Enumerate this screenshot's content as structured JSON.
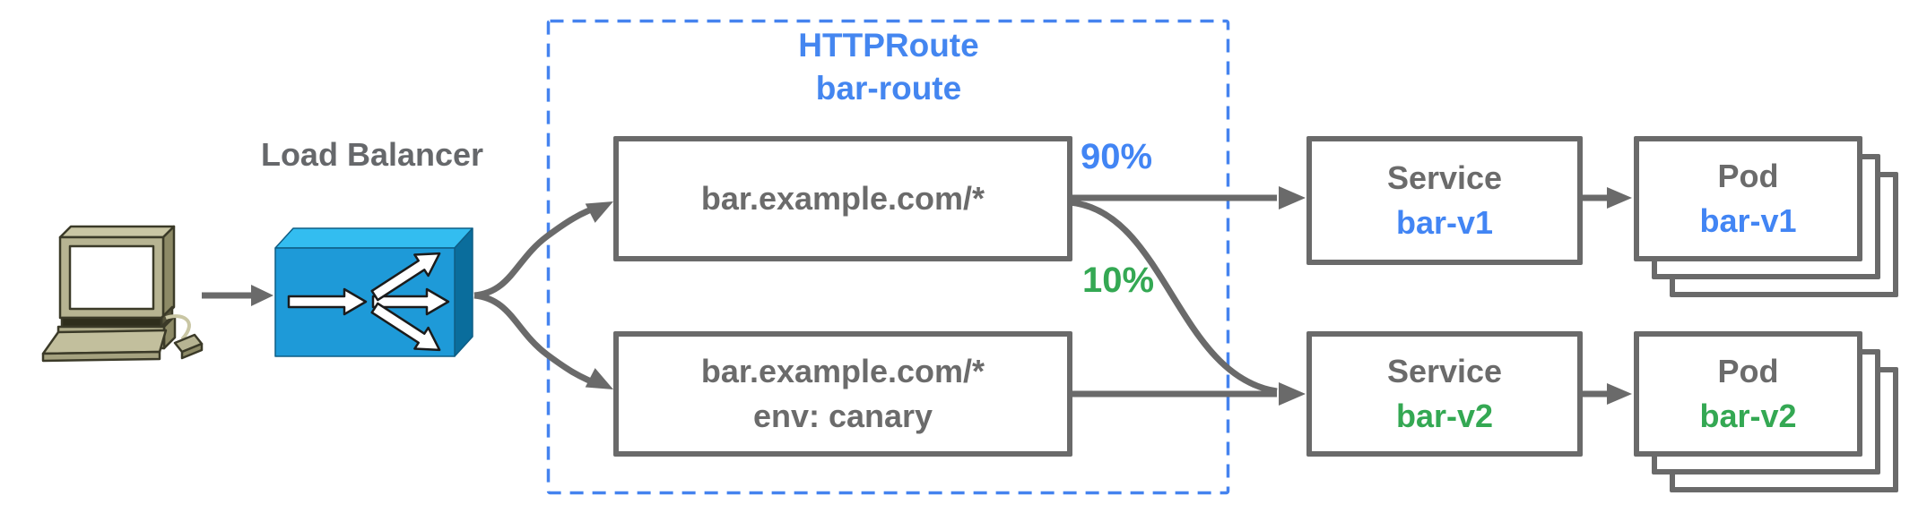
{
  "diagram": {
    "client": {
      "icon": "computer-icon"
    },
    "load_balancer": {
      "label": "Load Balancer",
      "icon": "load-balancer-icon"
    },
    "httproute": {
      "kind": "HTTPRoute",
      "name": "bar-route",
      "rules": [
        {
          "match": "bar.example.com/*"
        },
        {
          "match": "bar.example.com/*",
          "header_match": "env: canary"
        }
      ]
    },
    "weights": [
      {
        "value": "90%",
        "target": "bar-v1"
      },
      {
        "value": "10%",
        "target": "bar-v2"
      }
    ],
    "services": [
      {
        "kind": "Service",
        "name": "bar-v1"
      },
      {
        "kind": "Service",
        "name": "bar-v2"
      }
    ],
    "pods": [
      {
        "kind": "Pod",
        "name": "bar-v1"
      },
      {
        "kind": "Pod",
        "name": "bar-v2"
      }
    ],
    "colors": {
      "blue_text": "#4285f4",
      "green_text": "#34a853",
      "gray_text": "#6b6b6b",
      "box_border": "#6a6a6a",
      "connector": "#6a6a6a",
      "dashed_border": "#4583ef",
      "lb_front": "#1e9ad8",
      "lb_top": "#33bdf0",
      "lb_side": "#0a6d9c",
      "computer_body": "#b7b492",
      "computer_shadow": "#8d8a66"
    }
  }
}
